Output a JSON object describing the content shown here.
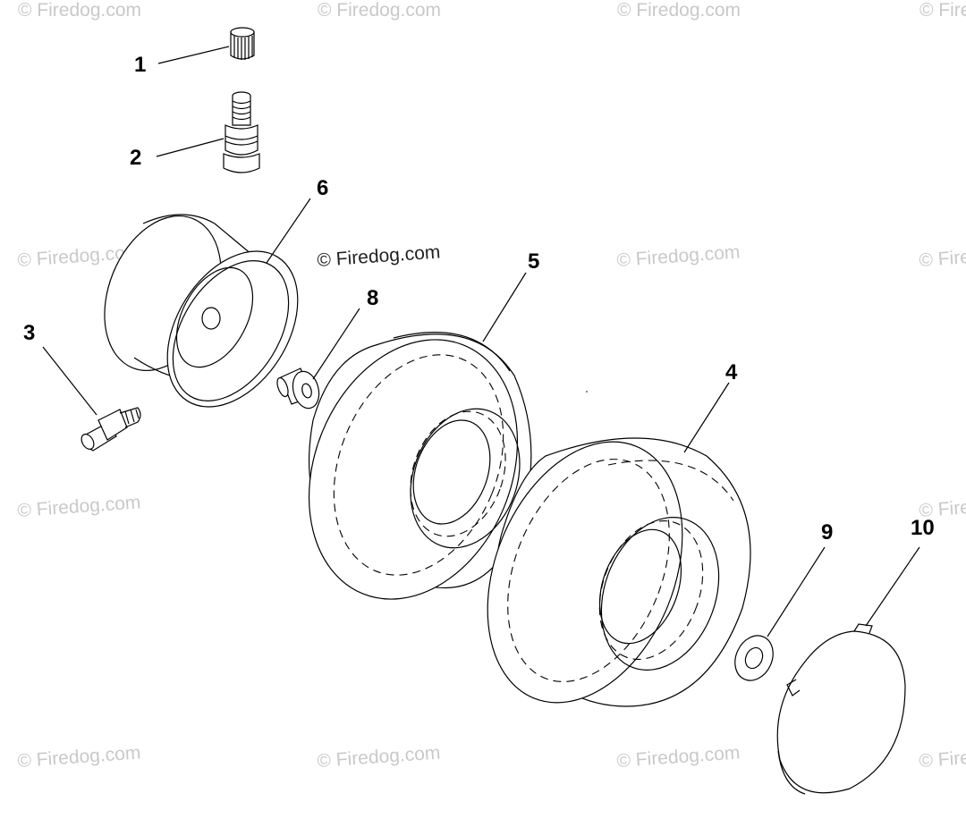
{
  "watermark": {
    "text": "© Firedog.com",
    "center_text": "© Firedog.com"
  },
  "callouts": [
    {
      "id": "1",
      "label": "1",
      "part": "valve-cap"
    },
    {
      "id": "2",
      "label": "2",
      "part": "valve-stem"
    },
    {
      "id": "3",
      "label": "3",
      "part": "grease-fitting"
    },
    {
      "id": "4",
      "label": "4",
      "part": "tire"
    },
    {
      "id": "5",
      "label": "5",
      "part": "tire-tube"
    },
    {
      "id": "6",
      "label": "6",
      "part": "wheel-rim"
    },
    {
      "id": "8",
      "label": "8",
      "part": "bushing"
    },
    {
      "id": "9",
      "label": "9",
      "part": "washer"
    },
    {
      "id": "10",
      "label": "10",
      "part": "hub-cap"
    }
  ]
}
